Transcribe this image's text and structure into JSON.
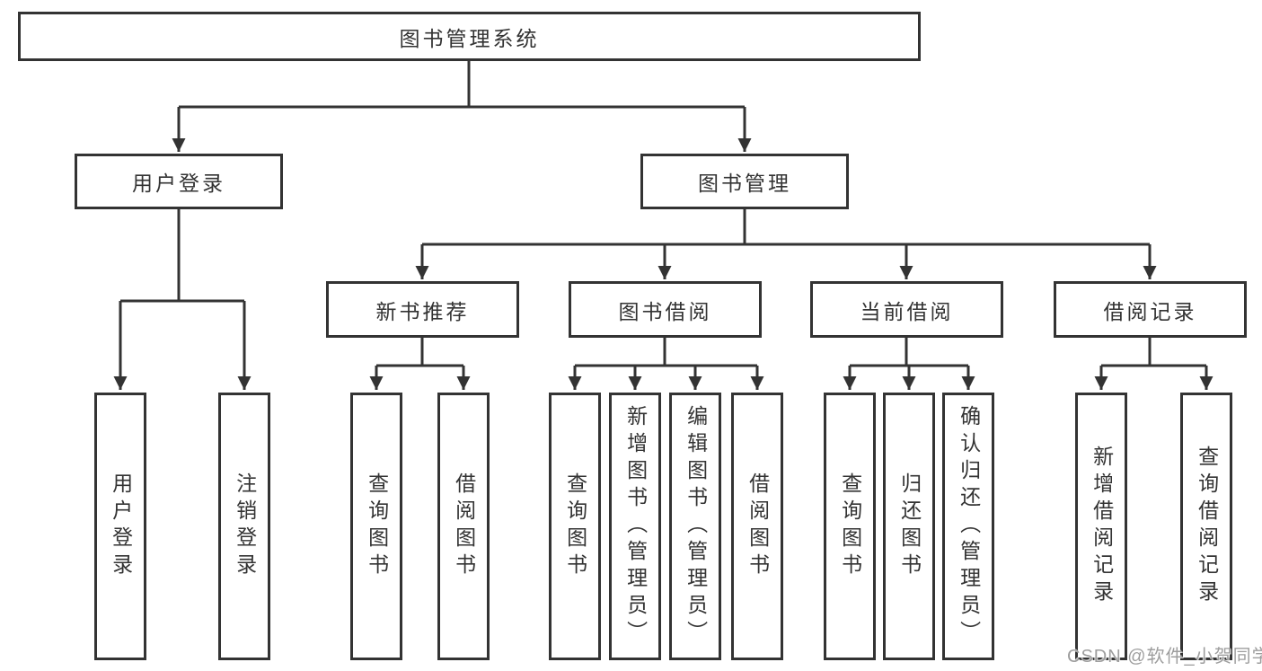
{
  "root": {
    "label": "图书管理系统",
    "children": [
      {
        "label": "用户登录",
        "children": [
          {
            "label": "用户登录"
          },
          {
            "label": "注销登录"
          }
        ]
      },
      {
        "label": "图书管理",
        "children": [
          {
            "label": "新书推荐",
            "children": [
              {
                "label": "查询图书"
              },
              {
                "label": "借阅图书"
              }
            ]
          },
          {
            "label": "图书借阅",
            "children": [
              {
                "label": "查询图书"
              },
              {
                "label": "新增图书（管理员）"
              },
              {
                "label": "编辑图书（管理员）"
              },
              {
                "label": "借阅图书"
              }
            ]
          },
          {
            "label": "当前借阅",
            "children": [
              {
                "label": "查询图书"
              },
              {
                "label": "归还图书"
              },
              {
                "label": "确认归还（管理员）"
              }
            ]
          },
          {
            "label": "借阅记录",
            "children": [
              {
                "label": "新增借阅记录"
              },
              {
                "label": "查询借阅记录"
              }
            ]
          }
        ]
      }
    ]
  },
  "watermark": {
    "text": "CSDN @软件_小贺同学"
  },
  "colors": {
    "line": "#333333",
    "text": "#333333",
    "wm": "#9e9e9e",
    "bg": "#ffffff"
  }
}
